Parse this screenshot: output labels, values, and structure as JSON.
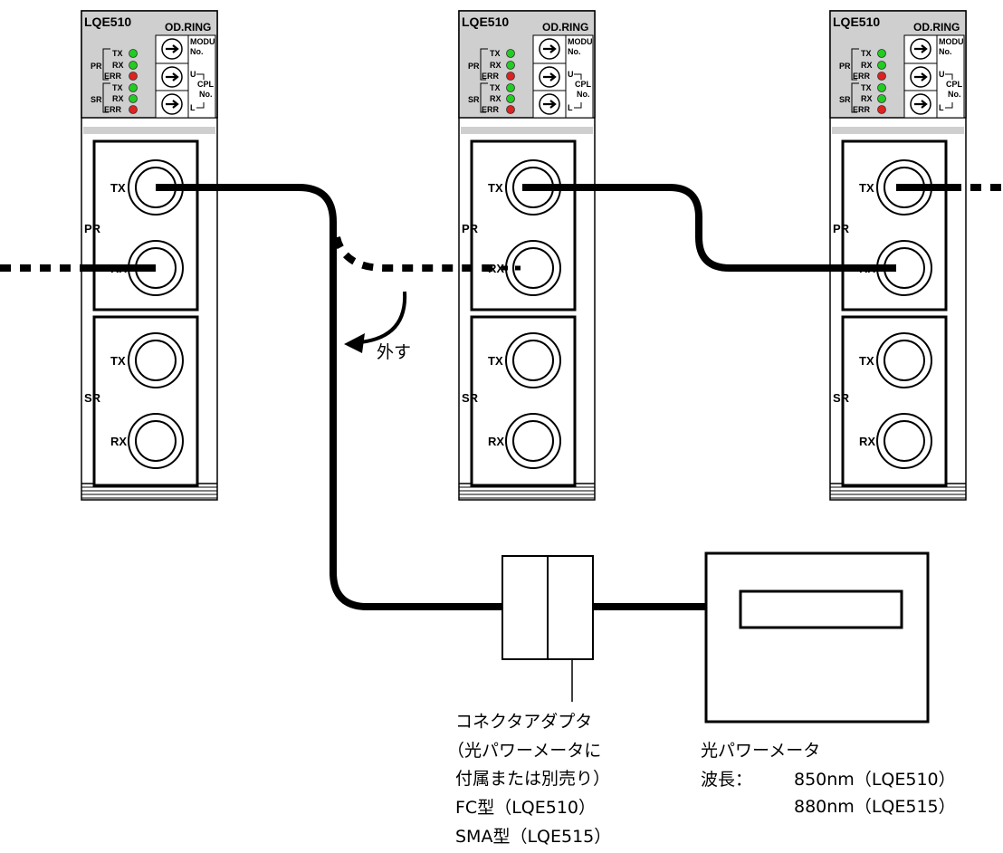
{
  "modules": [
    {
      "id": "left",
      "model": "LQE510",
      "type_label": "OD.RING",
      "switch_labels": {
        "modu": "MODU",
        "no": "No.",
        "u": "U",
        "cpl": "CPL",
        "cpl_no": "No.",
        "l": "L"
      },
      "leds": [
        {
          "group": "PR",
          "label": "TX",
          "color": "#22cc22"
        },
        {
          "group": "PR",
          "label": "RX",
          "color": "#22cc22"
        },
        {
          "group": "PR",
          "label": "ERR",
          "color": "#dd2222"
        },
        {
          "group": "SR",
          "label": "TX",
          "color": "#22cc22"
        },
        {
          "group": "SR",
          "label": "RX",
          "color": "#22cc22"
        },
        {
          "group": "SR",
          "label": "ERR",
          "color": "#dd2222"
        }
      ],
      "ports": {
        "pr_label": "PR",
        "sr_label": "SR",
        "tx": "TX",
        "rx": "RX"
      }
    },
    {
      "id": "middle",
      "model": "LQE510",
      "type_label": "OD.RING",
      "switch_labels": {
        "modu": "MODU",
        "no": "No.",
        "u": "U",
        "cpl": "CPL",
        "cpl_no": "No.",
        "l": "L"
      },
      "leds": [
        {
          "group": "PR",
          "label": "TX",
          "color": "#22cc22"
        },
        {
          "group": "PR",
          "label": "RX",
          "color": "#22cc22"
        },
        {
          "group": "PR",
          "label": "ERR",
          "color": "#dd2222"
        },
        {
          "group": "SR",
          "label": "TX",
          "color": "#22cc22"
        },
        {
          "group": "SR",
          "label": "RX",
          "color": "#22cc22"
        },
        {
          "group": "SR",
          "label": "ERR",
          "color": "#dd2222"
        }
      ],
      "ports": {
        "pr_label": "PR",
        "sr_label": "SR",
        "tx": "TX",
        "rx": "RX"
      }
    },
    {
      "id": "right",
      "model": "LQE510",
      "type_label": "OD.RING",
      "switch_labels": {
        "modu": "MODU",
        "no": "No.",
        "u": "U",
        "cpl": "CPL",
        "cpl_no": "No.",
        "l": "L"
      },
      "leds": [
        {
          "group": "PR",
          "label": "TX",
          "color": "#22cc22"
        },
        {
          "group": "PR",
          "label": "RX",
          "color": "#22cc22"
        },
        {
          "group": "PR",
          "label": "ERR",
          "color": "#dd2222"
        },
        {
          "group": "SR",
          "label": "TX",
          "color": "#22cc22"
        },
        {
          "group": "SR",
          "label": "RX",
          "color": "#22cc22"
        },
        {
          "group": "SR",
          "label": "ERR",
          "color": "#dd2222"
        }
      ],
      "ports": {
        "pr_label": "PR",
        "sr_label": "SR",
        "tx": "TX",
        "rx": "RX"
      }
    }
  ],
  "remove_label": "外す",
  "connector_adapter": {
    "lines": [
      "コネクタアダプタ",
      "（光パワーメータに",
      "付属または別売り）",
      "FC型（LQE510）",
      "SMA型（LQE515）"
    ]
  },
  "power_meter": {
    "title": "光パワーメータ",
    "wavelength_label": "波長：",
    "wavelengths": [
      "850nm（LQE510）",
      "880nm（LQE515）"
    ]
  }
}
